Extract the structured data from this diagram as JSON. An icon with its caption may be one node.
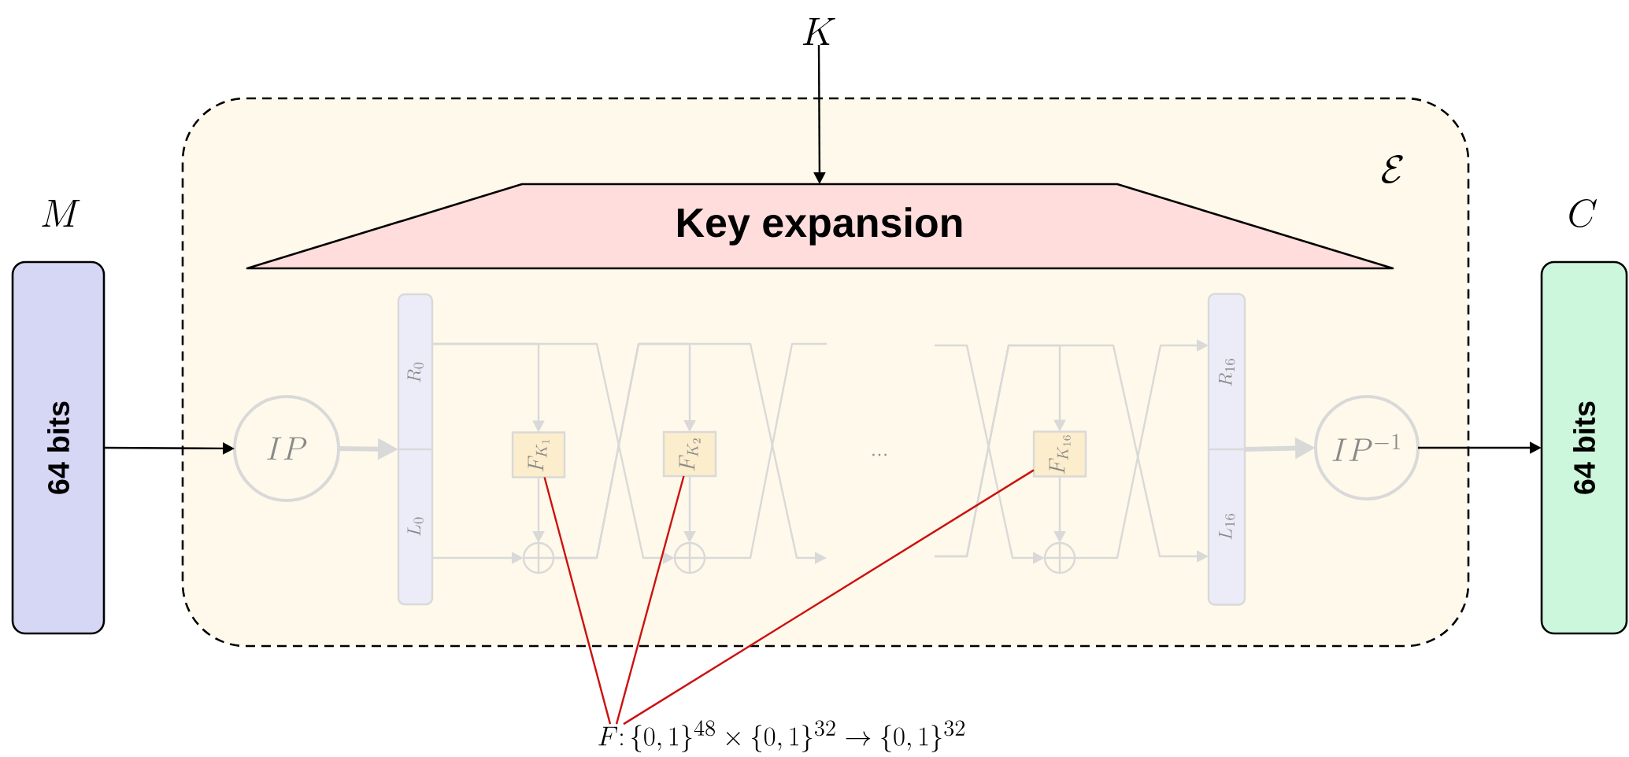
{
  "diagram": {
    "nodes": [
      {
        "text": [
          "K"
        ]
      },
      {
        "text": [
          "M",
          "64 bits"
        ]
      },
      {
        "text": [
          "\\mathcal{E}"
        ]
      },
      {
        "text": [
          "Key expansion"
        ],
        "in": 2
      },
      {
        "text": [
          "IP"
        ],
        "in": 2
      },
      {
        "text": [
          "R_0",
          "L_0"
        ],
        "in": 2
      },
      {
        "text": [
          "F_{K_1}"
        ],
        "in": 2
      },
      {
        "text": [],
        "shape": "circle",
        "in": 2
      },
      {
        "text": [
          "F_{K_2}"
        ],
        "in": 2
      },
      {
        "text": [],
        "shape": "circle",
        "in": 2
      },
      {
        "text": [
          "F_{K_{16}}"
        ],
        "in": 2
      },
      {
        "text": [],
        "shape": "circle",
        "in": 2
      },
      {
        "text": [
          "R_{16}",
          "L_{16}"
        ],
        "in": 2
      },
      {
        "text": [
          "IP^{-1}"
        ],
        "in": 2
      },
      {
        "text": [
          "C",
          "64 bits"
        ]
      },
      {
        "text": [
          "F\\colon \\{0,1\\}^{48} \\times \\{0,1\\}^{32} \\to \\{0,1\\}^{32}"
        ]
      }
    ],
    "edges": [
      {
        "from": 0,
        "to": 3,
        "arrow": "to",
        "color": "#000000"
      },
      {
        "from": 1,
        "to": 4,
        "arrow": "to",
        "color": "#000000"
      },
      {
        "from": 4,
        "to": 5,
        "arrow": "to",
        "style": "thick"
      },
      {
        "from": 5,
        "to": 6,
        "arrow": "to"
      },
      {
        "from": 5,
        "to": 7,
        "arrow": "to"
      },
      {
        "from": 6,
        "to": 7,
        "arrow": "to"
      },
      {
        "from": 5,
        "to": 9,
        "arrow": "to"
      },
      {
        "from": 7,
        "to": 8,
        "arrow": "to"
      },
      {
        "from": 8,
        "to": 9,
        "arrow": "to"
      },
      {
        "from": 7,
        "to": null,
        "arrow": "to"
      },
      {
        "from": 9,
        "to": null,
        "arrow": "none"
      },
      {
        "from": null,
        "to": 11,
        "arrow": "to"
      },
      {
        "from": null,
        "to": 10,
        "arrow": "to"
      },
      {
        "from": null,
        "to": 12,
        "arrow": "to"
      },
      {
        "from": 10,
        "to": 11,
        "arrow": "to"
      },
      {
        "from": 11,
        "to": 12,
        "arrow": "to"
      },
      {
        "from": 12,
        "to": 13,
        "arrow": "to",
        "style": "thick"
      },
      {
        "from": 13,
        "to": 14,
        "arrow": "to",
        "color": "#000000"
      },
      {
        "from": 15,
        "to": 6,
        "arrow": "none",
        "color": "#cc1111"
      },
      {
        "from": 15,
        "to": 8,
        "arrow": "none",
        "color": "#cc1111"
      },
      {
        "from": 15,
        "to": 10,
        "arrow": "none",
        "color": "#cc1111"
      }
    ],
    "labels": [
      "…"
    ]
  }
}
